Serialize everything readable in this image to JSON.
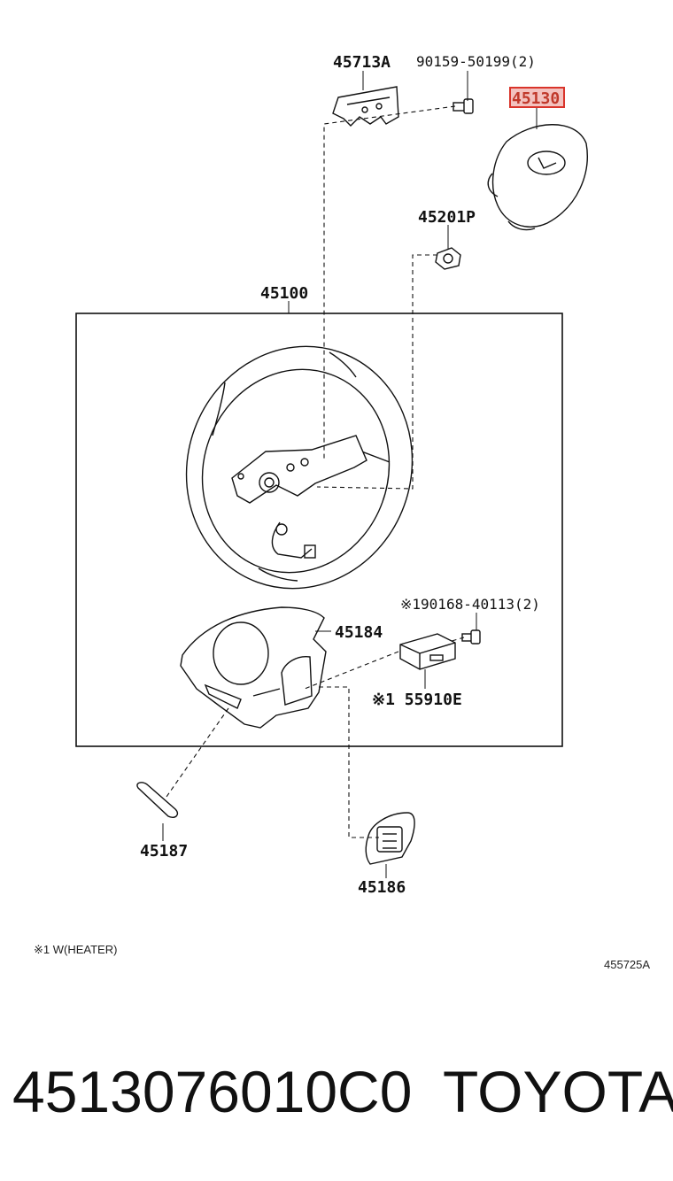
{
  "parts": {
    "p45713a": "45713A",
    "p90159": "90159-50199(2)",
    "p45130": "45130",
    "p45201p": "45201P",
    "p45100": "45100",
    "p90168": "※190168-40113(2)",
    "p45184": "45184",
    "p55910e": "※1 55910E",
    "p45187": "45187",
    "p45186": "45186"
  },
  "highlight_color": "#d9342b",
  "note": "※1 W(HEATER)",
  "diagram_id": "455725A",
  "footer": {
    "part_number": "4513076010C0",
    "brand": "TOYOTA"
  }
}
